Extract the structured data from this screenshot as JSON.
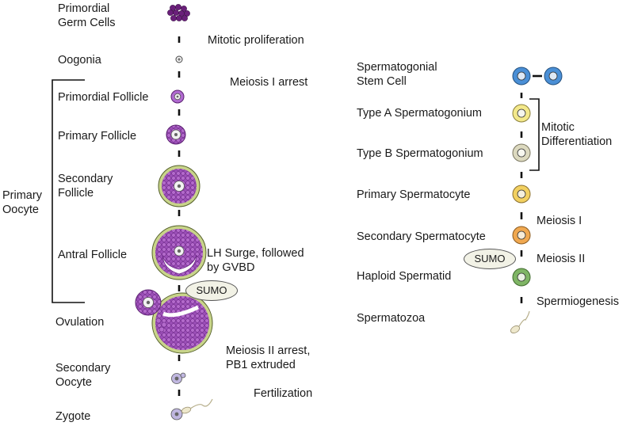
{
  "female": {
    "stages": [
      {
        "label": "Primordial\nGerm Cells"
      },
      {
        "label": "Oogonia"
      },
      {
        "label": "Primordial Follicle"
      },
      {
        "label": "Primary Follicle"
      },
      {
        "label": "Secondary\nFollicle"
      },
      {
        "label": "Antral Follicle"
      },
      {
        "label": "Ovulation"
      },
      {
        "label": "Secondary\nOocyte"
      },
      {
        "label": "Zygote"
      }
    ],
    "events": [
      {
        "label": "Mitotic proliferation"
      },
      {
        "label": "Meiosis I arrest"
      },
      {
        "label": "LH Surge, followed\nby GVBD"
      },
      {
        "label": "Meiosis II arrest,\nPB1 extruded"
      },
      {
        "label": "Fertilization"
      }
    ],
    "bracket_label": "Primary\nOocyte",
    "sumo_label": "SUMO"
  },
  "male": {
    "stages": [
      {
        "label": "Spermatogonial\nStem Cell"
      },
      {
        "label": "Type A Spermatogonium"
      },
      {
        "label": "Type B Spermatogonium"
      },
      {
        "label": "Primary Spermatocyte"
      },
      {
        "label": "Secondary Spermatocyte"
      },
      {
        "label": "Haploid Spermatid"
      },
      {
        "label": "Spermatozoa"
      }
    ],
    "events": [
      {
        "label": "Mitotic\nDifferentiation"
      },
      {
        "label": "Meiosis I"
      },
      {
        "label": "Meiosis II"
      },
      {
        "label": "Spermiogenesis"
      }
    ],
    "sumo_label": "SUMO"
  },
  "colors": {
    "oocyte_purple": "#8a3fa6",
    "granulosa_green": "#b9c97a",
    "stem_blue": "#4a8fd6",
    "typeA_yellow": "#f3e88a",
    "typeB_beige": "#dcd9bf",
    "primary_yellow": "#f2d060",
    "secondary_orange": "#f0a850",
    "spermatid_green": "#7fb565"
  }
}
